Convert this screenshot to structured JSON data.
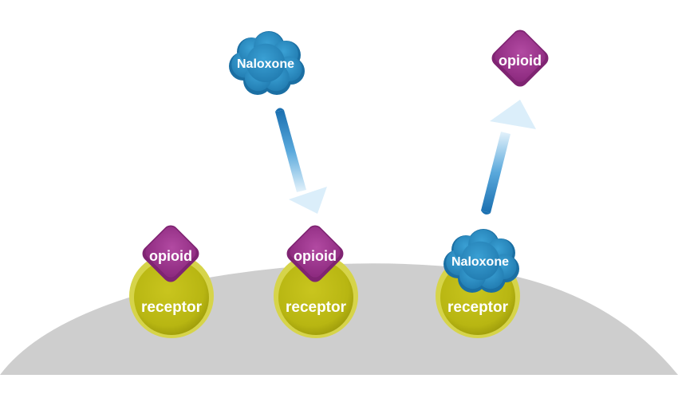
{
  "labels": {
    "opioid": "opioid",
    "receptor": "receptor",
    "naloxone": "Naloxone"
  },
  "colors": {
    "background": "#ffffff",
    "cell_membrane": "#cfcfcf",
    "receptor_fill": "#c7c622",
    "receptor_inner": "#bdbd16",
    "opioid_fill": "#a83c98",
    "naloxone_fill": "#2f8fc4",
    "arrow_dark": "#1a6fb0",
    "arrow_light": "#dceefa"
  },
  "icons": {
    "opioid": "purple-diamond",
    "receptor": "yellow-green-circle",
    "naloxone": "blue-cloud",
    "arrow": "gradient-arrow"
  }
}
